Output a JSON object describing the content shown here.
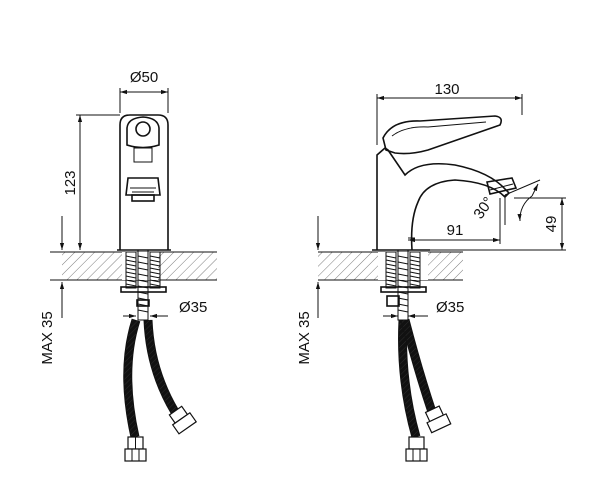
{
  "front_view": {
    "body_diameter": "Ø50",
    "height": "123",
    "pipe_diameter": "Ø35",
    "max_thickness": "MAX 35"
  },
  "side_view": {
    "length": "130",
    "spout_reach": "91",
    "spout_height": "49",
    "spout_angle": "30°",
    "pipe_diameter": "Ø35",
    "max_thickness": "MAX 35"
  }
}
